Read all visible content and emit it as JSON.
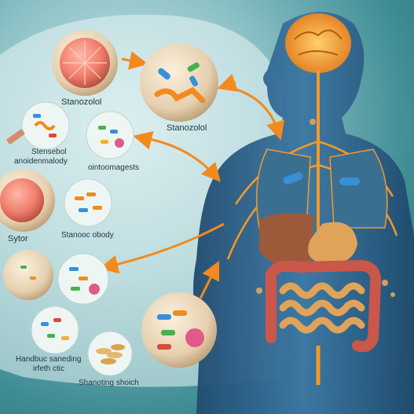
{
  "labels": {
    "stanozolol_top": "Stanozolol",
    "stanozolol_mid": "Stanozolol",
    "steroid_line1": "Stensebol",
    "steroid_line2": "anoidenmalody",
    "antiomagests": "ointoomagests",
    "sytor": "Sytor",
    "stanooc_obody": "Stanooc obody",
    "handbuc_line1": "Handbuc saneding",
    "handbuc_line2": "irfeth ctic",
    "shanoting": "Shanoting shoich"
  },
  "colors": {
    "background": "#3f8d95",
    "body": "#2f5d86",
    "nerve": "#f39a2a",
    "arrow": "#f28a1e",
    "circle": "#e9d6b8",
    "intestine": "#d98a4a",
    "colon": "#c9574a",
    "liver": "#9c5a3a"
  }
}
